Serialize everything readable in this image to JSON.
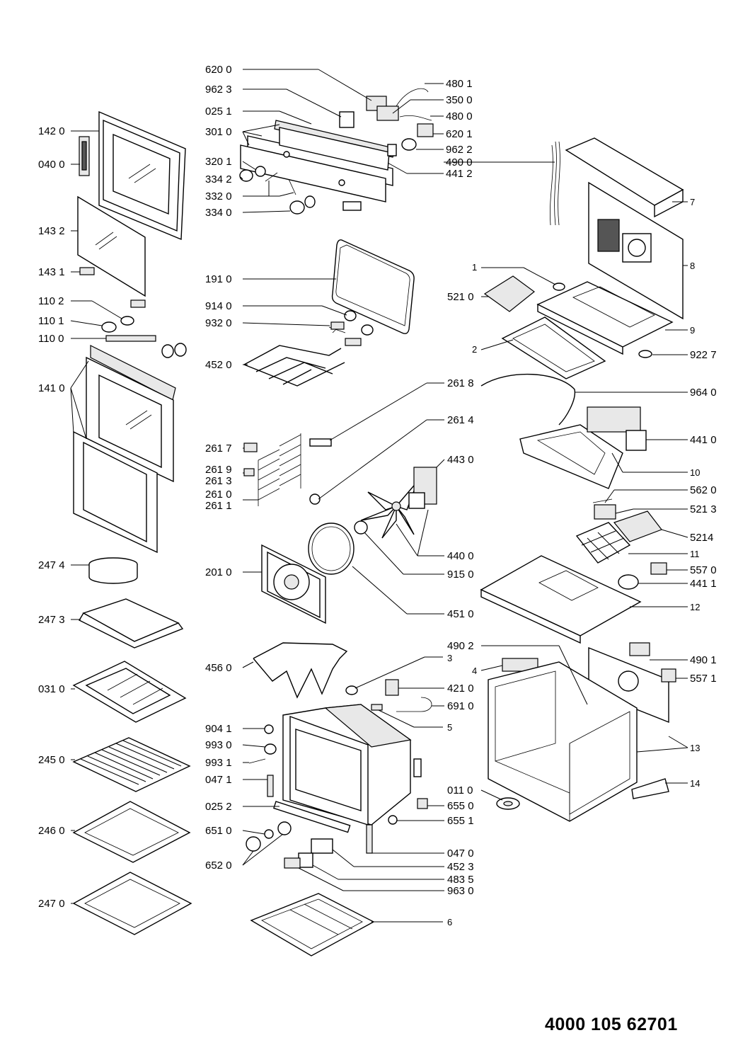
{
  "document_number": "4000 105 62701",
  "callouts": {
    "c6200": "620 0",
    "c9623": "962 3",
    "c0251": "025 1",
    "c3010": "301 0",
    "c3201": "320 1",
    "c3342": "334 2",
    "c3320": "332 0",
    "c3340": "334 0",
    "c4801": "480 1",
    "c3500": "350 0",
    "c4800": "480 0",
    "c6201": "620 1",
    "c9622": "962 2",
    "c4900": "490 0",
    "c4412": "441 2",
    "c1420": "142 0",
    "c0400": "040 0",
    "c1432": "143 2",
    "c1431": "143 1",
    "c1102": "110 2",
    "c1101": "110 1",
    "c1100": "110 0",
    "c1410": "141 0",
    "c2474": "247 4",
    "c2473": "247 3",
    "c0310": "031 0",
    "c2450": "245 0",
    "c2460": "246 0",
    "c2470": "247 0",
    "c1910": "191 0",
    "c9140": "914 0",
    "c9320": "932 0",
    "c4520": "452 0",
    "c2618": "261 8",
    "c2614": "261 4",
    "c4430": "443 0",
    "c2617": "261 7",
    "c2619": "261 9",
    "c2613": "261 3",
    "c2610": "261 0",
    "c2611": "261 1",
    "c4400": "440 0",
    "c9150": "915 0",
    "c2010": "201 0",
    "c4510": "451 0",
    "c4560": "456 0",
    "c4210": "421 0",
    "c6910": "691 0",
    "c9041": "904 1",
    "c9930": "993 0",
    "c9931": "993 1",
    "c0471": "047 1",
    "c0252": "025 2",
    "c6510": "651 0",
    "c6520": "652 0",
    "c0110": "011 0",
    "c6550": "655 0",
    "c6551": "655 1",
    "c0470": "047 0",
    "c4523": "452 3",
    "c4835": "483 5",
    "c9630": "963 0",
    "n7": "7",
    "n8": "8",
    "n1": "1",
    "c5210": "521 0",
    "n9": "9",
    "n2": "2",
    "c9227": "922 7",
    "c9640": "964 0",
    "c4410": "441 0",
    "n10": "10",
    "c5620": "562 0",
    "c5213": "521 3",
    "c5214": "5214",
    "n11": "11",
    "c5570": "557 0",
    "c4411": "441 1",
    "n12": "12",
    "c4902": "490 2",
    "n4": "4",
    "c4901": "490 1",
    "c5571": "557 1",
    "n3": "3",
    "n5": "5",
    "n13": "13",
    "n14": "14",
    "n6": "6"
  }
}
